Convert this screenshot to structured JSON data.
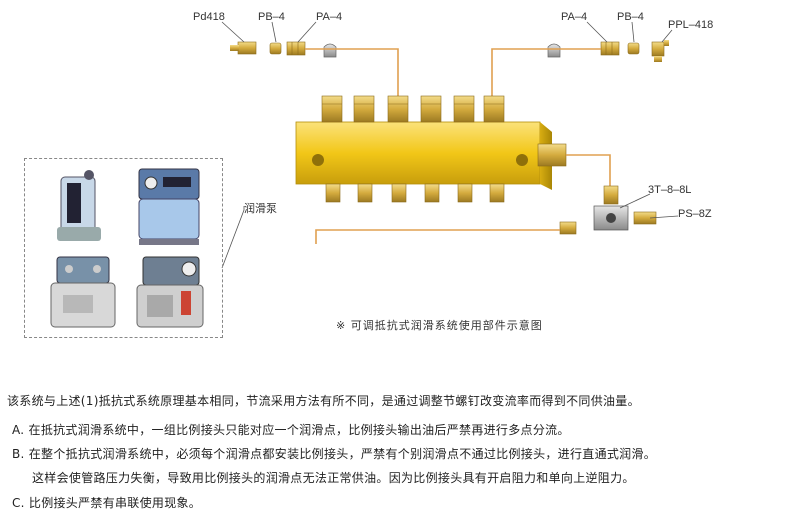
{
  "labels": {
    "pd418": "Pd418",
    "pb4_left": "PB–4",
    "pa4_left": "PA–4",
    "pa4_right": "PA–4",
    "pb4_right": "PB–4",
    "ppl418": "PPL–418",
    "t38l": "3T–8–8L",
    "ps8z": "PS–8Z",
    "pump": "润滑泵"
  },
  "caption": "※ 可调抵抗式润滑系统使用部件示意图",
  "text": {
    "intro": "该系统与上述(1)抵抗式系统原理基本相同，节流采用方法有所不同，是通过调整节螺钉改变流率而得到不同供油量。",
    "a": "A. 在抵抗式润滑系统中，一组比例接头只能对应一个润滑点，比例接头输出油后严禁再进行多点分流。",
    "b1": "B. 在整个抵抗式润滑系统中，必须每个润滑点都安装比例接头，严禁有个别润滑点不通过比例接头，进行直通式润滑。",
    "b2": "这样会使管路压力失衡，导致用比例接头的润滑点无法正常供油。因为比例接头具有开启阻力和单向上逆阻力。",
    "c": "C. 比例接头严禁有串联使用现象。"
  },
  "colors": {
    "brass": "#d9b64a",
    "brass_dark": "#a9842a",
    "block": "#f2cc1c",
    "block_dark": "#c9a10e",
    "pipe": "#e0a050",
    "line": "#555555"
  }
}
